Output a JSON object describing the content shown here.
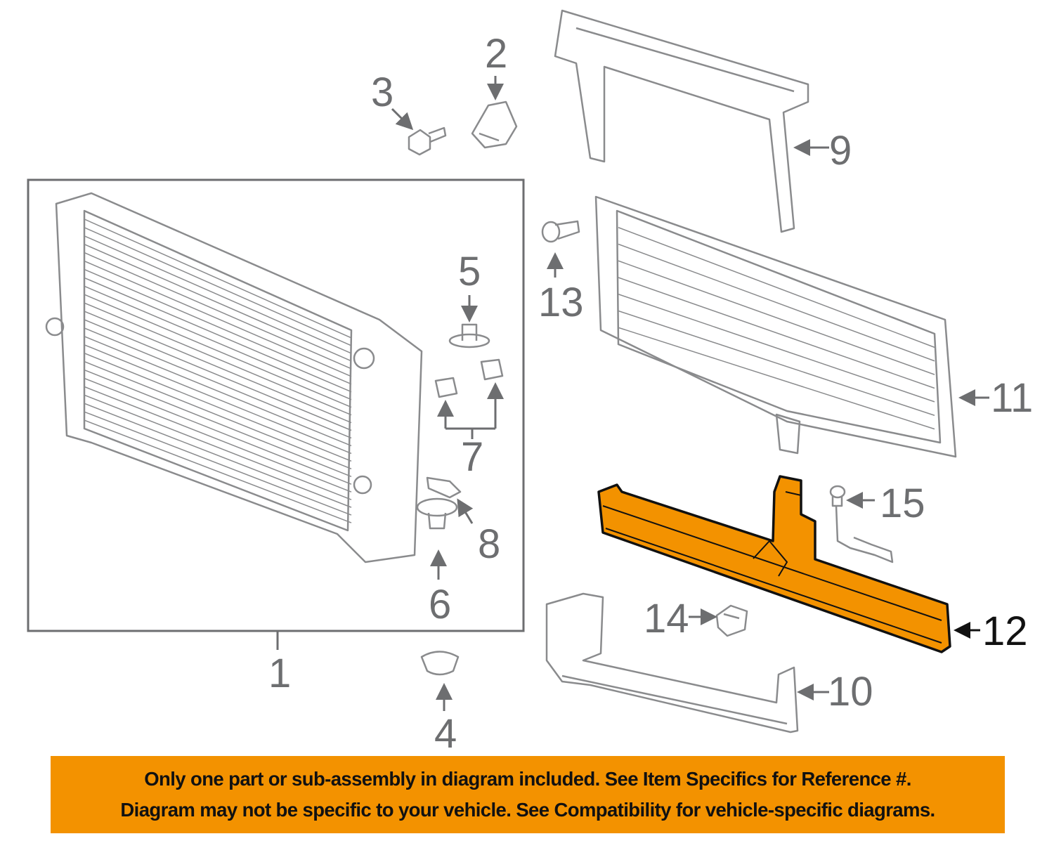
{
  "diagram": {
    "highlight_color": "#f39200",
    "highlighted_part": "12",
    "callouts": [
      "1",
      "2",
      "3",
      "4",
      "5",
      "6",
      "7",
      "8",
      "9",
      "10",
      "11",
      "12",
      "13",
      "14",
      "15"
    ]
  },
  "banner": {
    "line1": "Only one part or sub-assembly in diagram included. See Item Specifics for Reference #.",
    "line2": "Diagram may not be specific to your vehicle. See Compatibility for vehicle-specific diagrams."
  }
}
